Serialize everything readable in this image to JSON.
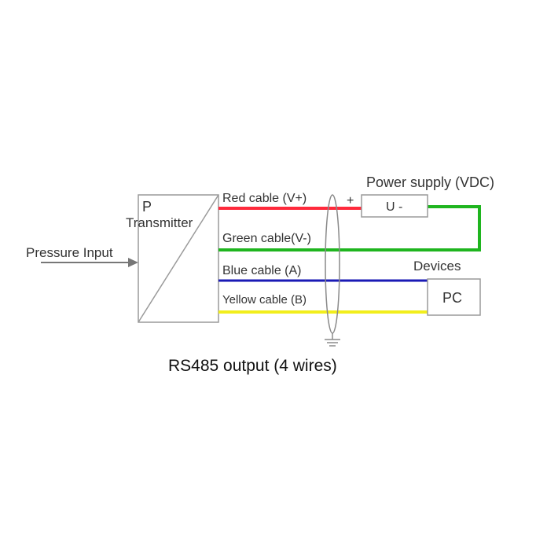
{
  "labels": {
    "pressure_input": "Pressure Input",
    "transmitter_letter": "P",
    "transmitter": "Transmitter",
    "power_supply": "Power supply (VDC)",
    "plus": "+",
    "u_minus": "U -",
    "devices": "Devices",
    "pc": "PC",
    "title": "RS485 output (4 wires)"
  },
  "wires": [
    {
      "label": "Red cable (V+)",
      "color": "#ff2a3c"
    },
    {
      "label": "Green cable(V-)",
      "color": "#1fb51f"
    },
    {
      "label": "Blue cable (A)",
      "color": "#1a1ab5"
    },
    {
      "label": "Yellow cable (B)",
      "color": "#f2ee1c"
    }
  ],
  "colors": {
    "outline": "#9a9a9a",
    "text": "#333333"
  }
}
